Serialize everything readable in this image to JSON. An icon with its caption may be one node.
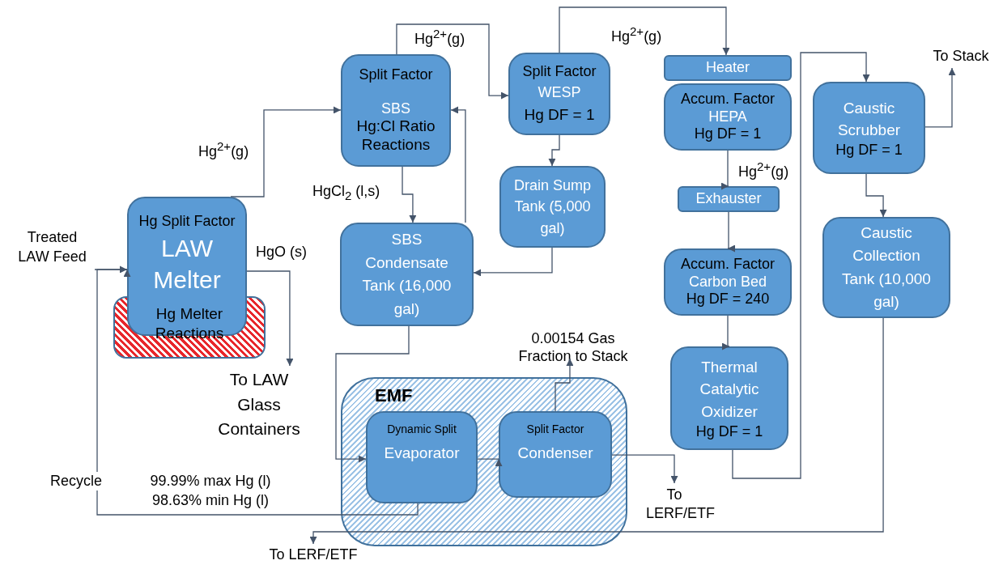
{
  "diagram": {
    "nodes": [
      {
        "text": [
          "Hg Split Factor",
          "LAW Melter"
        ]
      },
      {
        "text": [
          "Hg Melter Reactions"
        ]
      },
      {
        "text": [
          "Split Factor",
          "SBS",
          "Hg:Cl Ratio Reactions"
        ]
      },
      {
        "text": [
          "SBS Condensate Tank (16,000 gal)"
        ]
      },
      {
        "text": [
          "Split Factor",
          "WESP",
          "Hg DF = 1"
        ]
      },
      {
        "text": [
          "Drain Sump Tank (5,000 gal)"
        ]
      },
      {
        "text": [
          "Heater"
        ]
      },
      {
        "text": [
          "Accum. Factor",
          "HEPA",
          "Hg DF = 1"
        ]
      },
      {
        "text": [
          "Exhauster"
        ]
      },
      {
        "text": [
          "Accum. Factor",
          "Carbon Bed",
          "Hg DF = 240"
        ]
      },
      {
        "text": [
          "Thermal Catalytic Oxidizer",
          "Hg DF = 1"
        ]
      },
      {
        "text": [
          "Caustic Scrubber",
          "Hg DF = 1"
        ]
      },
      {
        "text": [
          "Caustic Collection Tank (10,000 gal)"
        ]
      },
      {
        "text": [
          "EMF"
        ]
      },
      {
        "text": [
          "Dynamic Split",
          "Evaporator"
        ],
        "in": 13
      },
      {
        "text": [
          "Split Factor",
          "Condenser"
        ],
        "in": 13
      },
      {
        "text": [
          "Treated LAW Feed"
        ]
      },
      {
        "text": [
          "To LAW Glass Containers"
        ]
      },
      {
        "text": [
          "To Stack"
        ]
      },
      {
        "text": [
          "0.00154 Gas Fraction to Stack"
        ]
      },
      {
        "text": [
          "To LERF/ETF"
        ]
      },
      {
        "text": [
          "To LERF/ETF"
        ]
      }
    ],
    "edges": [
      {
        "from": 16,
        "to": 0,
        "arrow": "to"
      },
      {
        "from": 14,
        "to": 0,
        "arrow": "to",
        "label": "Recycle"
      },
      {
        "from": 0,
        "to": 2,
        "arrow": "to",
        "label": "Hg$^{2+}$(g)"
      },
      {
        "from": 0,
        "to": 17,
        "arrow": "to",
        "label": "HgO (s)"
      },
      {
        "from": 2,
        "to": 3,
        "arrow": "to",
        "label": "HgCl$_{2}$ (l,s)"
      },
      {
        "from": 3,
        "to": 2,
        "arrow": "to"
      },
      {
        "from": 2,
        "to": 4,
        "arrow": "to",
        "label": "Hg$^{2+}$(g)"
      },
      {
        "from": 4,
        "to": 5,
        "arrow": "to"
      },
      {
        "from": 5,
        "to": 3,
        "arrow": "to"
      },
      {
        "from": 4,
        "to": 6,
        "arrow": "to",
        "label": "Hg$^{2+}$(g)"
      },
      {
        "from": 7,
        "to": 8,
        "arrow": "to",
        "label": "Hg$^{2+}$(g)"
      },
      {
        "from": 8,
        "to": 9,
        "arrow": "to"
      },
      {
        "from": 9,
        "to": 10,
        "arrow": "to"
      },
      {
        "from": 10,
        "to": 11,
        "arrow": "to"
      },
      {
        "from": 11,
        "to": 18,
        "arrow": "to"
      },
      {
        "from": 11,
        "to": 12,
        "arrow": "to"
      },
      {
        "from": 12,
        "to": 21,
        "arrow": "to"
      },
      {
        "from": 3,
        "to": 14,
        "arrow": "to"
      },
      {
        "from": 14,
        "to": 15,
        "arrow": "to"
      },
      {
        "from": 15,
        "to": 19,
        "arrow": "to"
      },
      {
        "from": 15,
        "to": 20,
        "arrow": "to"
      }
    ],
    "labels": [
      "99.99% max Hg (l) 98.63% min Hg (l)"
    ]
  }
}
